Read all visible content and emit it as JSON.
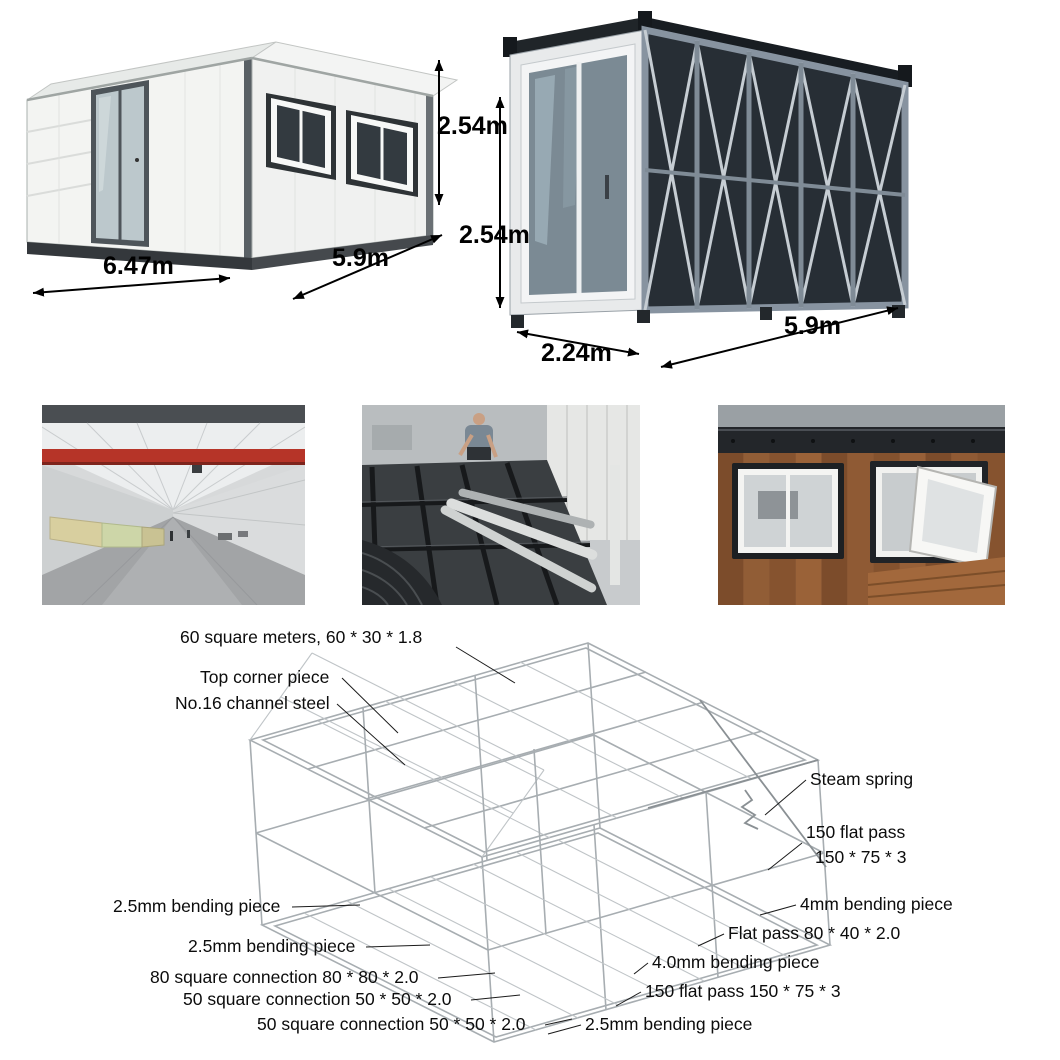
{
  "figures": {
    "expanded_house": {
      "name": "expandable-container-house-opened",
      "height": "2.54m",
      "width": "6.47m",
      "depth": "5.9m"
    },
    "folded_house": {
      "name": "expandable-container-house-folded",
      "height": "2.54m",
      "width": "2.24m",
      "depth": "5.9m"
    }
  },
  "photos": {
    "factory": "factory-workshop-interior",
    "assembly": "floor-frame-assembly",
    "windows": "container-windows-wood-cladding"
  },
  "diagram": {
    "labels_left": [
      "60 square meters, 60 * 30 * 1.8",
      "Top corner piece",
      "No.16 channel steel",
      "2.5mm bending piece",
      "2.5mm bending piece",
      "80 square connection 80 * 80 * 2.0",
      "50 square connection 50 * 50 * 2.0",
      "50 square connection 50 * 50 * 2.0"
    ],
    "labels_right": [
      "Steam spring",
      "150 flat pass",
      "150 * 75 * 3",
      "4mm bending piece",
      "Flat pass 80 * 40 * 2.0",
      "4.0mm bending piece",
      "150 flat pass 150 * 75 * 3",
      "2.5mm bending piece"
    ]
  },
  "colors": {
    "crane_red": "#b63428",
    "lattice_dark": "#262d34",
    "steel_frame_gray": "#8793a0",
    "wood_brown": "#8a5733",
    "wireframe_gray": "#a7adb1"
  }
}
